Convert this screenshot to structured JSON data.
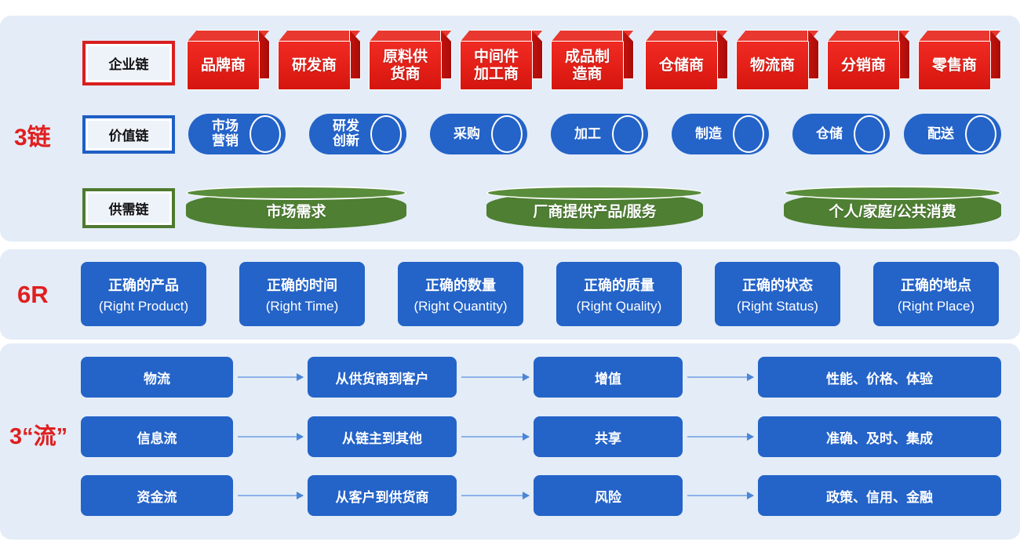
{
  "groups": {
    "chains_label": "3链",
    "six_r_label": "6R",
    "flows_label": "3“流”"
  },
  "chains": {
    "enterprise": {
      "head": "企业链",
      "nodes": [
        "品牌商",
        "研发商",
        "原料供\n货商",
        "中间件\n加工商",
        "成品制\n造商",
        "仓储商",
        "物流商",
        "分销商",
        "零售商"
      ]
    },
    "value": {
      "head": "价值链",
      "nodes": [
        "市场\n营销",
        "研发\n创新",
        "采购",
        "加工",
        "制造",
        "仓储",
        "配送"
      ]
    },
    "supply_demand": {
      "head": "供需链",
      "nodes": [
        "市场需求",
        "厂商提供产品/服务",
        "个人/家庭/公共消费"
      ]
    }
  },
  "six_r": {
    "items": [
      {
        "cn": "正确的产品",
        "en": "(Right Product)"
      },
      {
        "cn": "正确的时间",
        "en": "(Right Time)"
      },
      {
        "cn": "正确的数量",
        "en": "(Right Quantity)"
      },
      {
        "cn": "正确的质量",
        "en": "(Right Quality)"
      },
      {
        "cn": "正确的状态",
        "en": "(Right Status)"
      },
      {
        "cn": "正确的地点",
        "en": "(Right Place)"
      }
    ]
  },
  "flows": {
    "rows": [
      {
        "name": "物流",
        "direction": "从供货商到客户",
        "effect": "增值",
        "attributes": "性能、价格、体验"
      },
      {
        "name": "信息流",
        "direction": "从链主到其他",
        "effect": "共享",
        "attributes": "准确、及时、集成"
      },
      {
        "name": "资金流",
        "direction": "从客户到供货商",
        "effect": "风险",
        "attributes": "政策、信用、金融"
      }
    ]
  },
  "colors": {
    "panel_bg": "#e3ecf7",
    "red": "#e31f17",
    "blue": "#2463c8",
    "green": "#4e7f32",
    "arrow": "#8db2e8"
  }
}
